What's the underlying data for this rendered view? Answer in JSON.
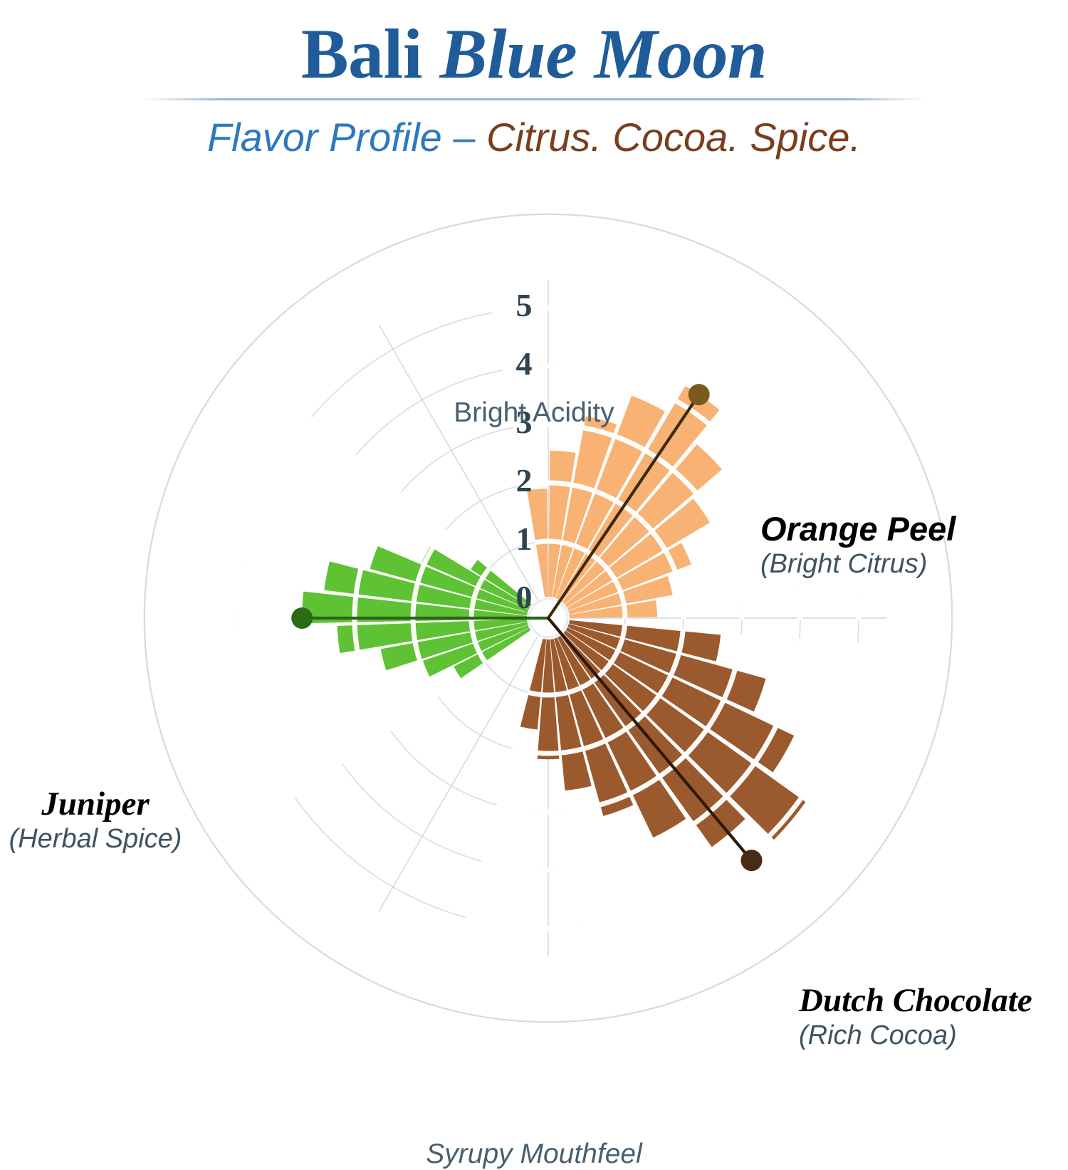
{
  "header": {
    "title_part1": "Bali ",
    "title_part2": "Blue Moon",
    "subtitle_part1": "Flavor Profile – ",
    "subtitle_part2": "Citrus. Cocoa. Spice.",
    "title_color": "#1F5C99",
    "subtitle_color_a": "#2E79BE",
    "subtitle_color_b": "#7A3E1E",
    "divider_color": "#9FB4CC"
  },
  "chart_data": {
    "type": "radar",
    "title": "Bali Blue Moon Flavor Profile",
    "subtitle": "Citrus. Cocoa. Spice.",
    "projection": "polar",
    "grid": true,
    "legend_position": "around-plot",
    "rlim": [
      0,
      5
    ],
    "rticks": [
      "0",
      "1",
      "2",
      "3",
      "4",
      "5"
    ],
    "rtick_values": [
      0,
      1,
      2,
      3,
      4,
      5
    ],
    "rtick_color": "#2E4450",
    "grid_color": "#C8D2DC",
    "arc_overlay_color": "#FFFFFF",
    "outer_ring_radius_units": 6.6,
    "axis_labels": [
      {
        "name": "Bright Acidity",
        "angle_deg": 90,
        "italic": false
      },
      {
        "name": "Syrupy Mouthfeel",
        "angle_deg": 270,
        "italic": true
      }
    ],
    "center_hub": {
      "color": "#E6EAF0",
      "radius_units": 0.25,
      "spokes": 10
    },
    "series": [
      {
        "name": "Orange Peel",
        "descriptor": "(Bright Citrus)",
        "color": "#F5A14B",
        "fill_color": "#F8B274",
        "marker_color": "#7A5A1E",
        "line_color": "#3B2A10",
        "sector_start_deg": 0,
        "sector_end_deg": 100,
        "peak_value": 4.3,
        "peak_angle_deg": 56,
        "wedge_values": [
          1.55,
          1.85,
          2.3,
          2.9,
          3.6,
          4.3,
          3.75,
          3.2,
          2.55,
          1.9
        ]
      },
      {
        "name": "Juniper",
        "descriptor": "(Herbal Spice)",
        "color": "#4CAF2E",
        "fill_color": "#5FC234",
        "marker_color": "#2B6B14",
        "line_color": "#2C6316",
        "sector_start_deg": 140,
        "sector_end_deg": 215,
        "peak_value": 3.9,
        "peak_angle_deg": 180,
        "wedge_values": [
          1.25,
          2.05,
          2.85,
          3.55,
          3.9,
          3.3,
          2.6,
          1.95,
          1.5
        ],
        "on_axis": true
      },
      {
        "name": "Dutch Chocolate",
        "descriptor": "(Rich Cocoa)",
        "color": "#8B4B22",
        "fill_color": "#9B5A2E",
        "marker_color": "#4A2A12",
        "line_color": "#2D1908",
        "sector_start_deg": 255,
        "sector_end_deg": 355,
        "peak_value": 5.1,
        "peak_angle_deg": 310,
        "wedge_values": [
          1.6,
          2.1,
          2.65,
          3.2,
          3.85,
          4.5,
          5.1,
          4.35,
          3.55,
          2.65
        ]
      }
    ],
    "descriptor_color": "#3E535F",
    "axis_label_color": "#47606E"
  }
}
